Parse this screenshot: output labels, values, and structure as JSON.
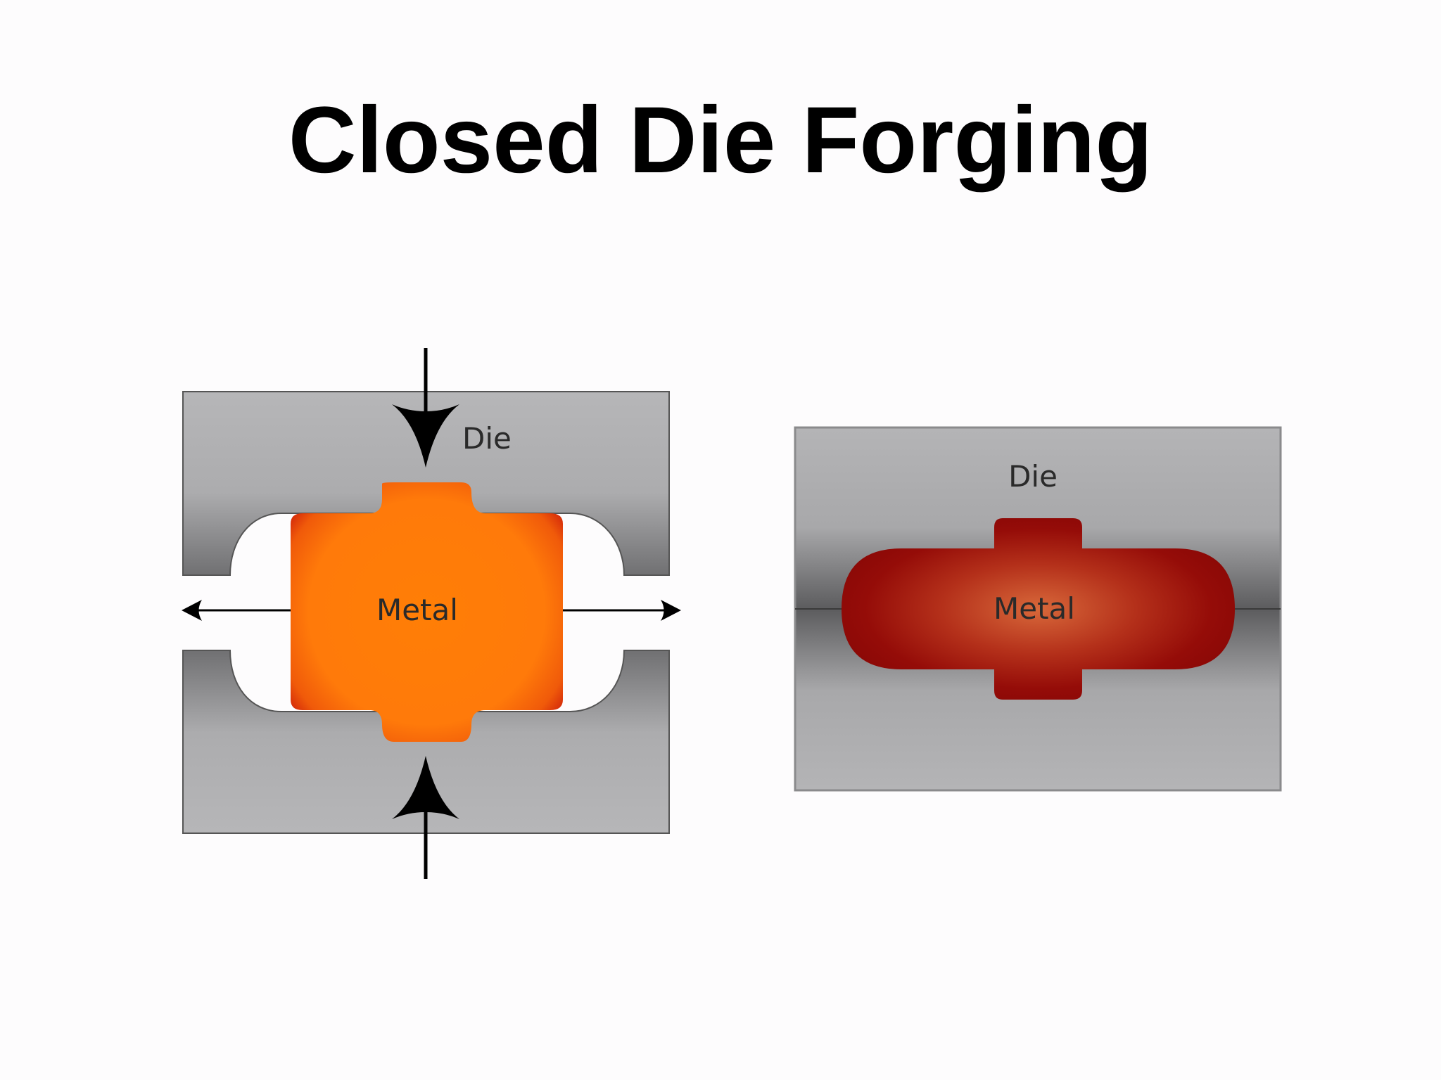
{
  "title": "Closed Die Forging",
  "diagrams": [
    {
      "die_label": "Die",
      "metal_label": "Metal"
    },
    {
      "die_label": "Die",
      "metal_label": "Metal"
    }
  ],
  "colors": {
    "die_gray": "#b3b3b5",
    "die_shadow": "#6e6e70",
    "hot_metal_orange": "#ff7d0a",
    "metal_edge_red": "#d42a0a",
    "cooled_metal_red": "#8f0a06",
    "arrow_black": "#000000"
  },
  "icons": [
    "press-arrow-down-icon",
    "press-arrow-up-icon",
    "flash-arrow-left-icon",
    "flash-arrow-right-icon"
  ]
}
